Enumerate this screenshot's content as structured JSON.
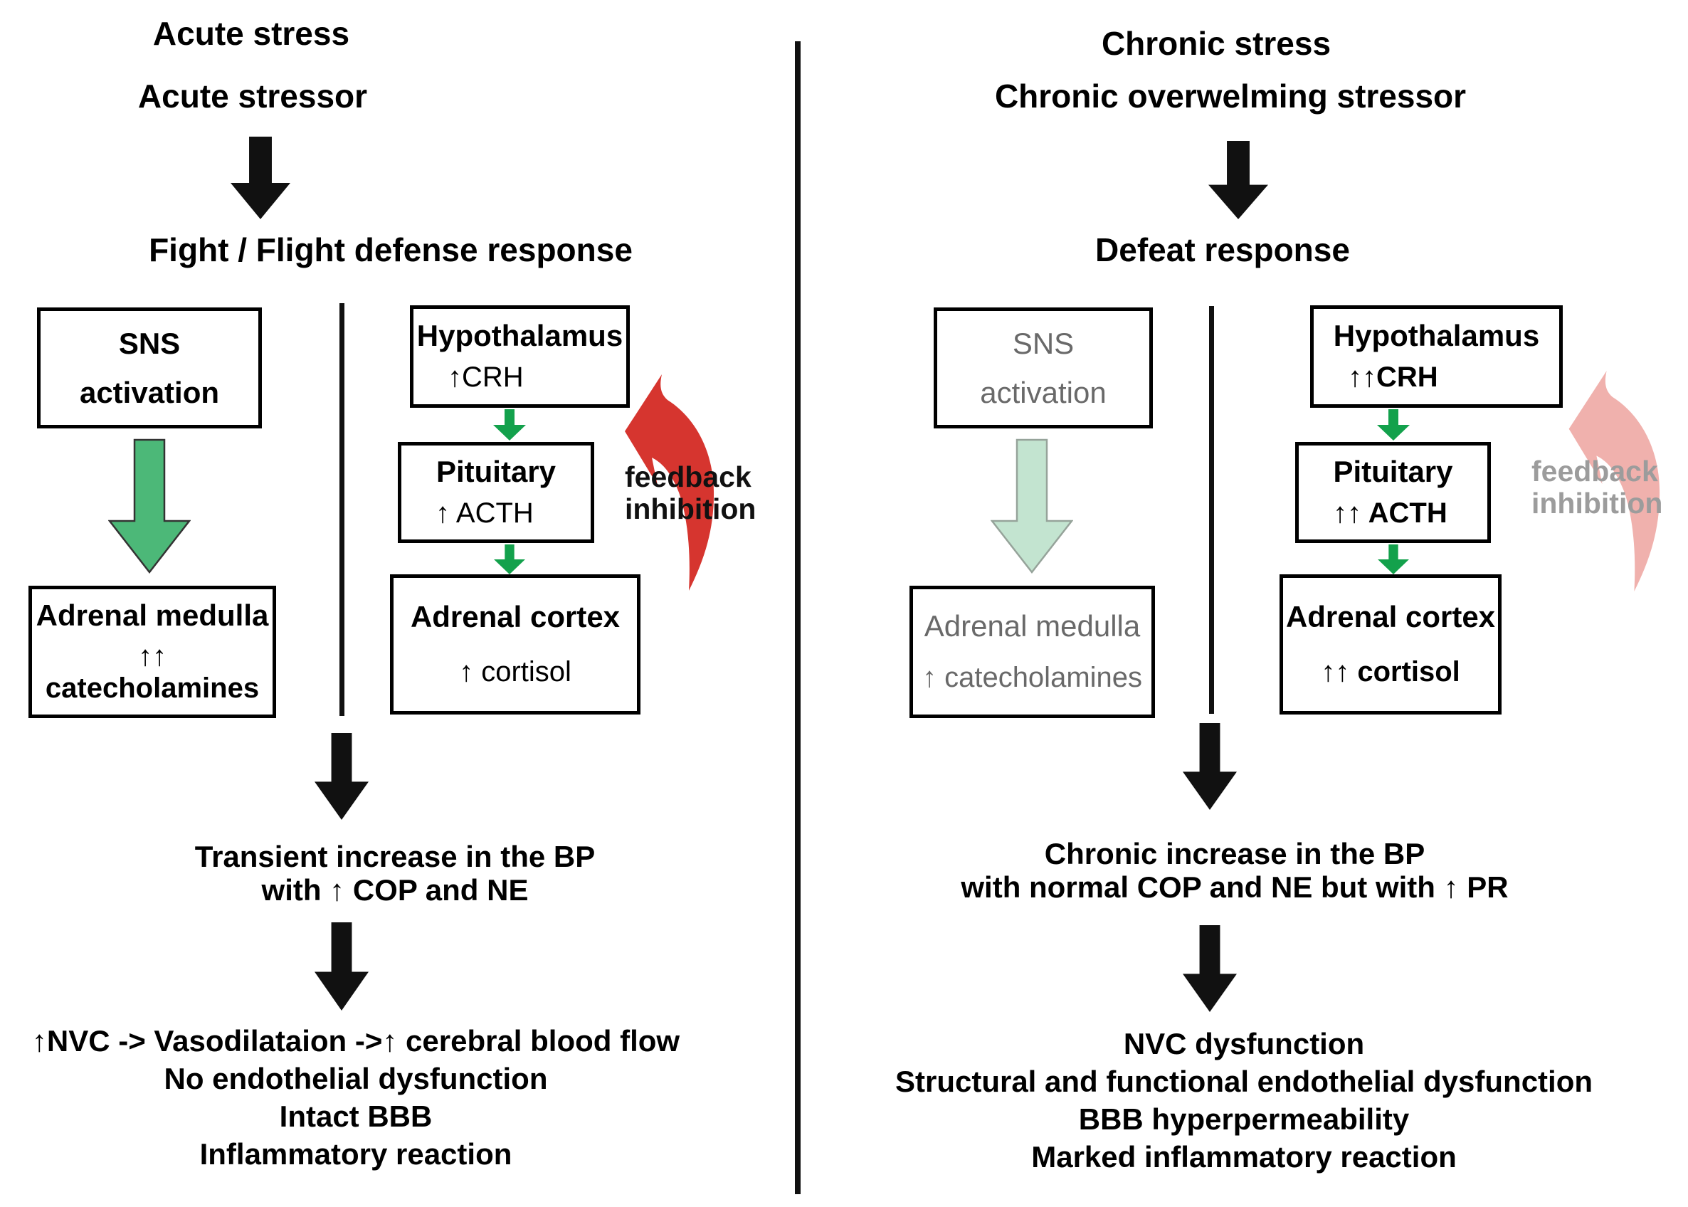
{
  "colors": {
    "green_arrow_small": "#13a14c",
    "green_arrow_big_fill": "#4cb878",
    "green_arrow_big_stroke": "#333333",
    "pale_green_fill": "#c3e4d0",
    "pale_green_stroke": "#96a39a",
    "red_feedback": "#d6352f",
    "pink_feedback": "#f0b1ad",
    "gray_box_text": "#696969",
    "gray_feedback_text": "#9c9c9c",
    "black": "#111111"
  },
  "left_panel": {
    "title": "Acute stress",
    "stressor": "Acute stressor",
    "response": "Fight / Flight defense response",
    "sns_box": {
      "line1": "SNS",
      "line2": "activation"
    },
    "adrenal_medulla_box": {
      "line1": "Adrenal medulla",
      "line2": "↑↑ catecholamines"
    },
    "hypothalamus_box": {
      "line1": "Hypothalamus",
      "line2": "↑CRH"
    },
    "pituitary_box": {
      "line1": "Pituitary",
      "line2": "↑ ACTH"
    },
    "adrenal_cortex_box": {
      "line1": "Adrenal cortex",
      "line2": "↑ cortisol"
    },
    "feedback_label": {
      "line1": "feedback",
      "line2": "inhibition"
    },
    "bp_result": {
      "line1": "Transient increase in the BP",
      "line2": "with ↑ COP and NE"
    },
    "outcomes": [
      "↑NVC -> Vasodilataion ->↑ cerebral blood flow",
      "No endothelial dysfunction",
      "Intact BBB",
      "Inflammatory reaction"
    ]
  },
  "right_panel": {
    "title": "Chronic stress",
    "stressor": "Chronic overwelming stressor",
    "response": "Defeat response",
    "sns_box": {
      "line1": "SNS",
      "line2": "activation"
    },
    "adrenal_medulla_box": {
      "line1": "Adrenal medulla",
      "line2": "↑ catecholamines"
    },
    "hypothalamus_box": {
      "line1": "Hypothalamus",
      "line2": "↑↑CRH"
    },
    "pituitary_box": {
      "line1": "Pituitary",
      "line2": "↑↑ ACTH"
    },
    "adrenal_cortex_box": {
      "line1": "Adrenal cortex",
      "line2": "↑↑ cortisol"
    },
    "feedback_label": {
      "line1": "feedback",
      "line2": "inhibition"
    },
    "bp_result": {
      "line1": "Chronic increase in the BP",
      "line2": "with normal COP and NE but with ↑ PR"
    },
    "outcomes": [
      "NVC dysfunction",
      "Structural and functional endothelial dysfunction",
      "BBB hyperpermeability",
      "Marked inflammatory reaction"
    ]
  }
}
